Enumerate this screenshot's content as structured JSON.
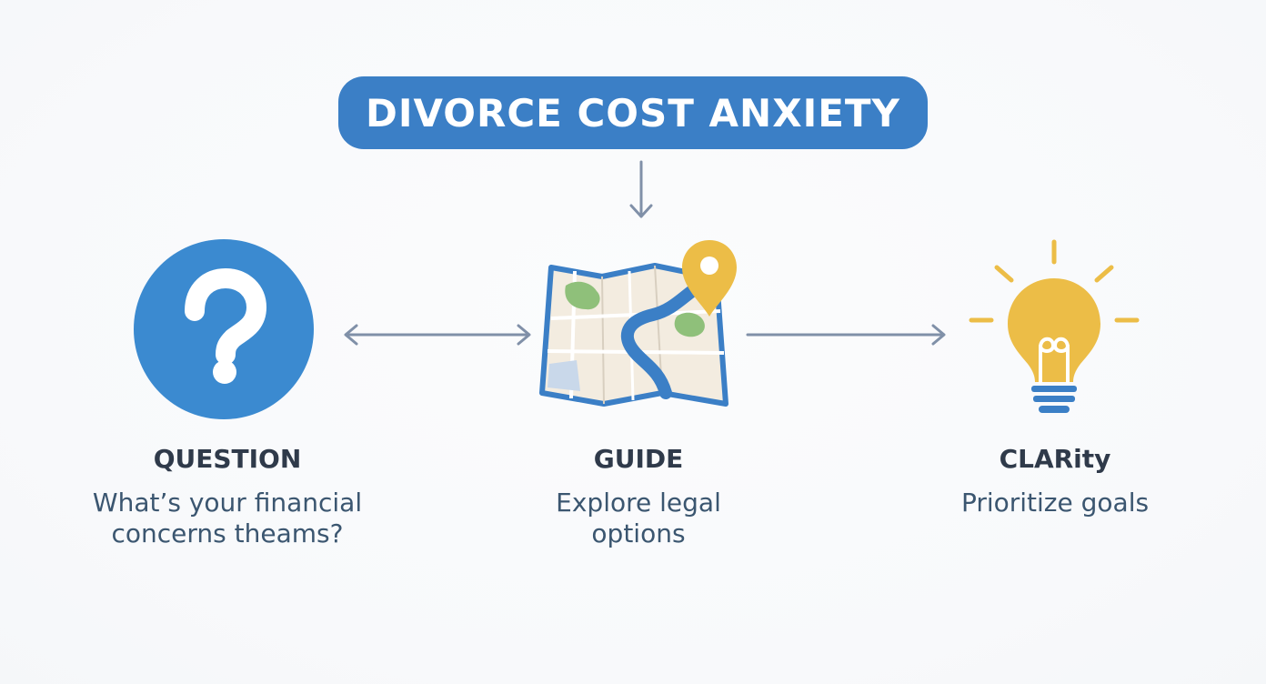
{
  "banner": {
    "title": "DIVORCE COST ANXIETY"
  },
  "colors": {
    "primary_blue": "#3b7fc6",
    "arrow_gray": "#8090a8",
    "bulb_yellow": "#ecbd47",
    "text_dark": "#2f3a4a",
    "text_blue": "#3b5670"
  },
  "steps": [
    {
      "icon": "question-mark-icon",
      "title": "QUESTION",
      "desc_lines": [
        "What’s your financial",
        "concerns theams?"
      ]
    },
    {
      "icon": "map-icon",
      "title": "GUIDE",
      "desc_lines": [
        "Explore legal",
        "options"
      ]
    },
    {
      "icon": "lightbulb-icon",
      "title": "CLARity",
      "desc_lines": [
        "Prioritize goals"
      ]
    }
  ]
}
